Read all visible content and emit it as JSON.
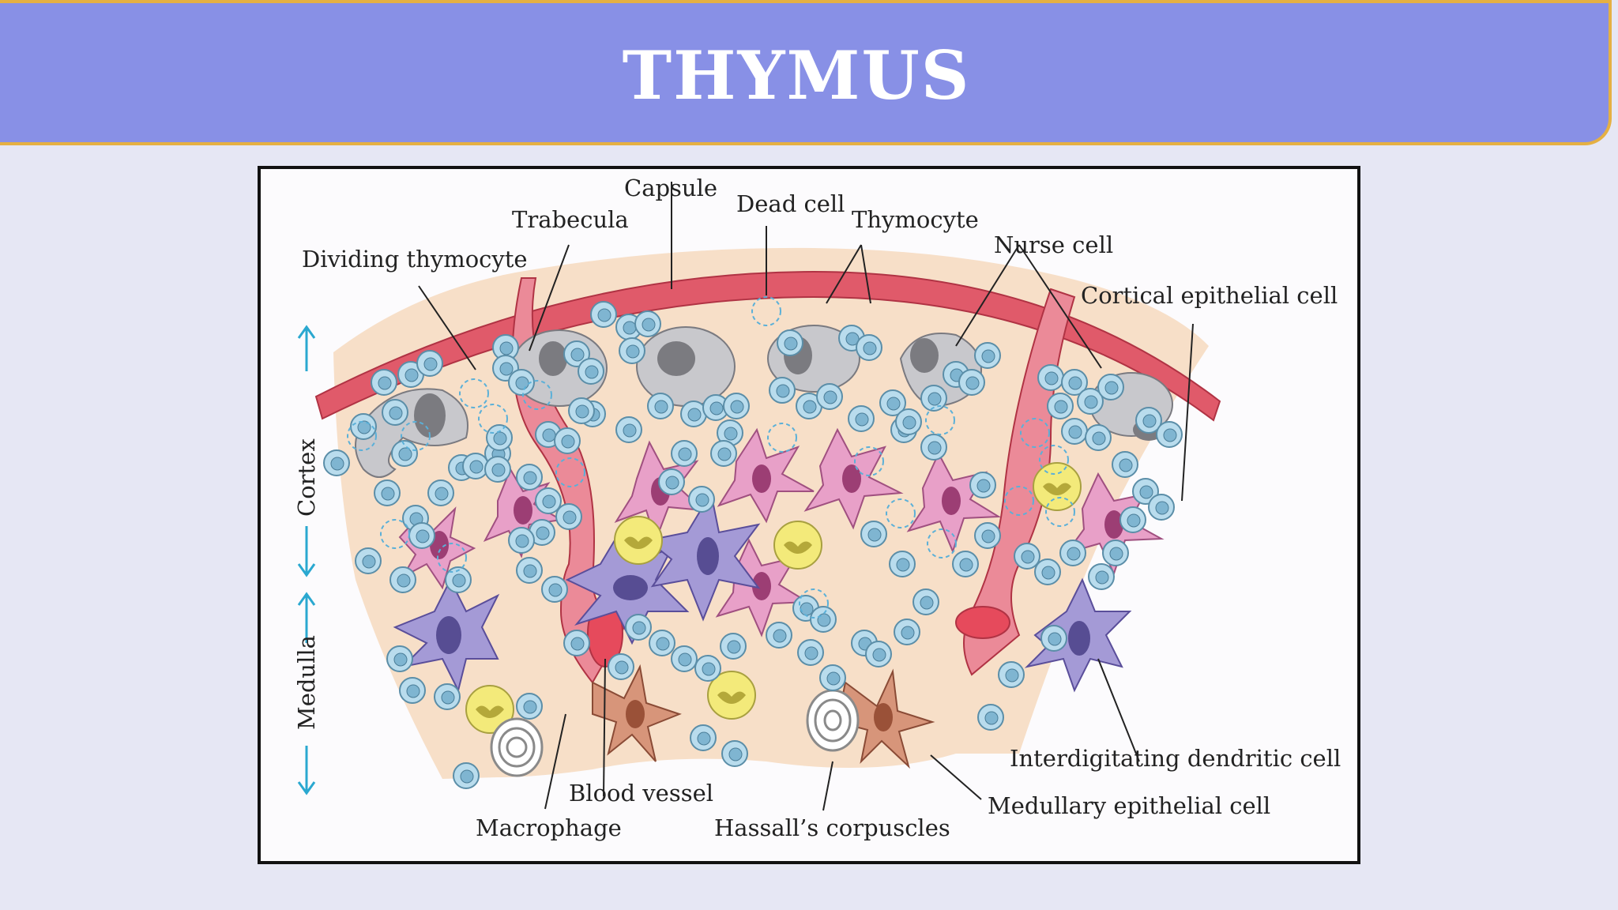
{
  "slide": {
    "title": "THYMUS"
  },
  "diagram": {
    "labels": {
      "capsule": "Capsule",
      "dead_cell": "Dead cell",
      "trabecula": "Trabecula",
      "thymocyte": "Thymocyte",
      "nurse_cell": "Nurse cell",
      "dividing_thymocyte": "Dividing thymocyte",
      "cortical_epithelial_cell": "Cortical epithelial cell",
      "cortex": "Cortex",
      "medulla": "Medulla",
      "interdigitating_dendritic_cell": "Interdigitating dendritic cell",
      "medullary_epithelial_cell": "Medullary epithelial cell",
      "blood_vessel": "Blood vessel",
      "macrophage": "Macrophage",
      "hassalls_corpuscles": "Hassall’s corpuscles"
    },
    "colors": {
      "capsule": "#e05a6a",
      "tissue": "#f7dfc8",
      "thymocyte": "#b9dced",
      "nurse_cell": "#c8c8cc",
      "cortical_epithelial": "#e8a0c8",
      "dendritic": "#a49ad6",
      "medullary_epithelial": "#d7957a",
      "macrophage": "#f3ea7a",
      "axis_arrow": "#2aa8d0"
    }
  }
}
